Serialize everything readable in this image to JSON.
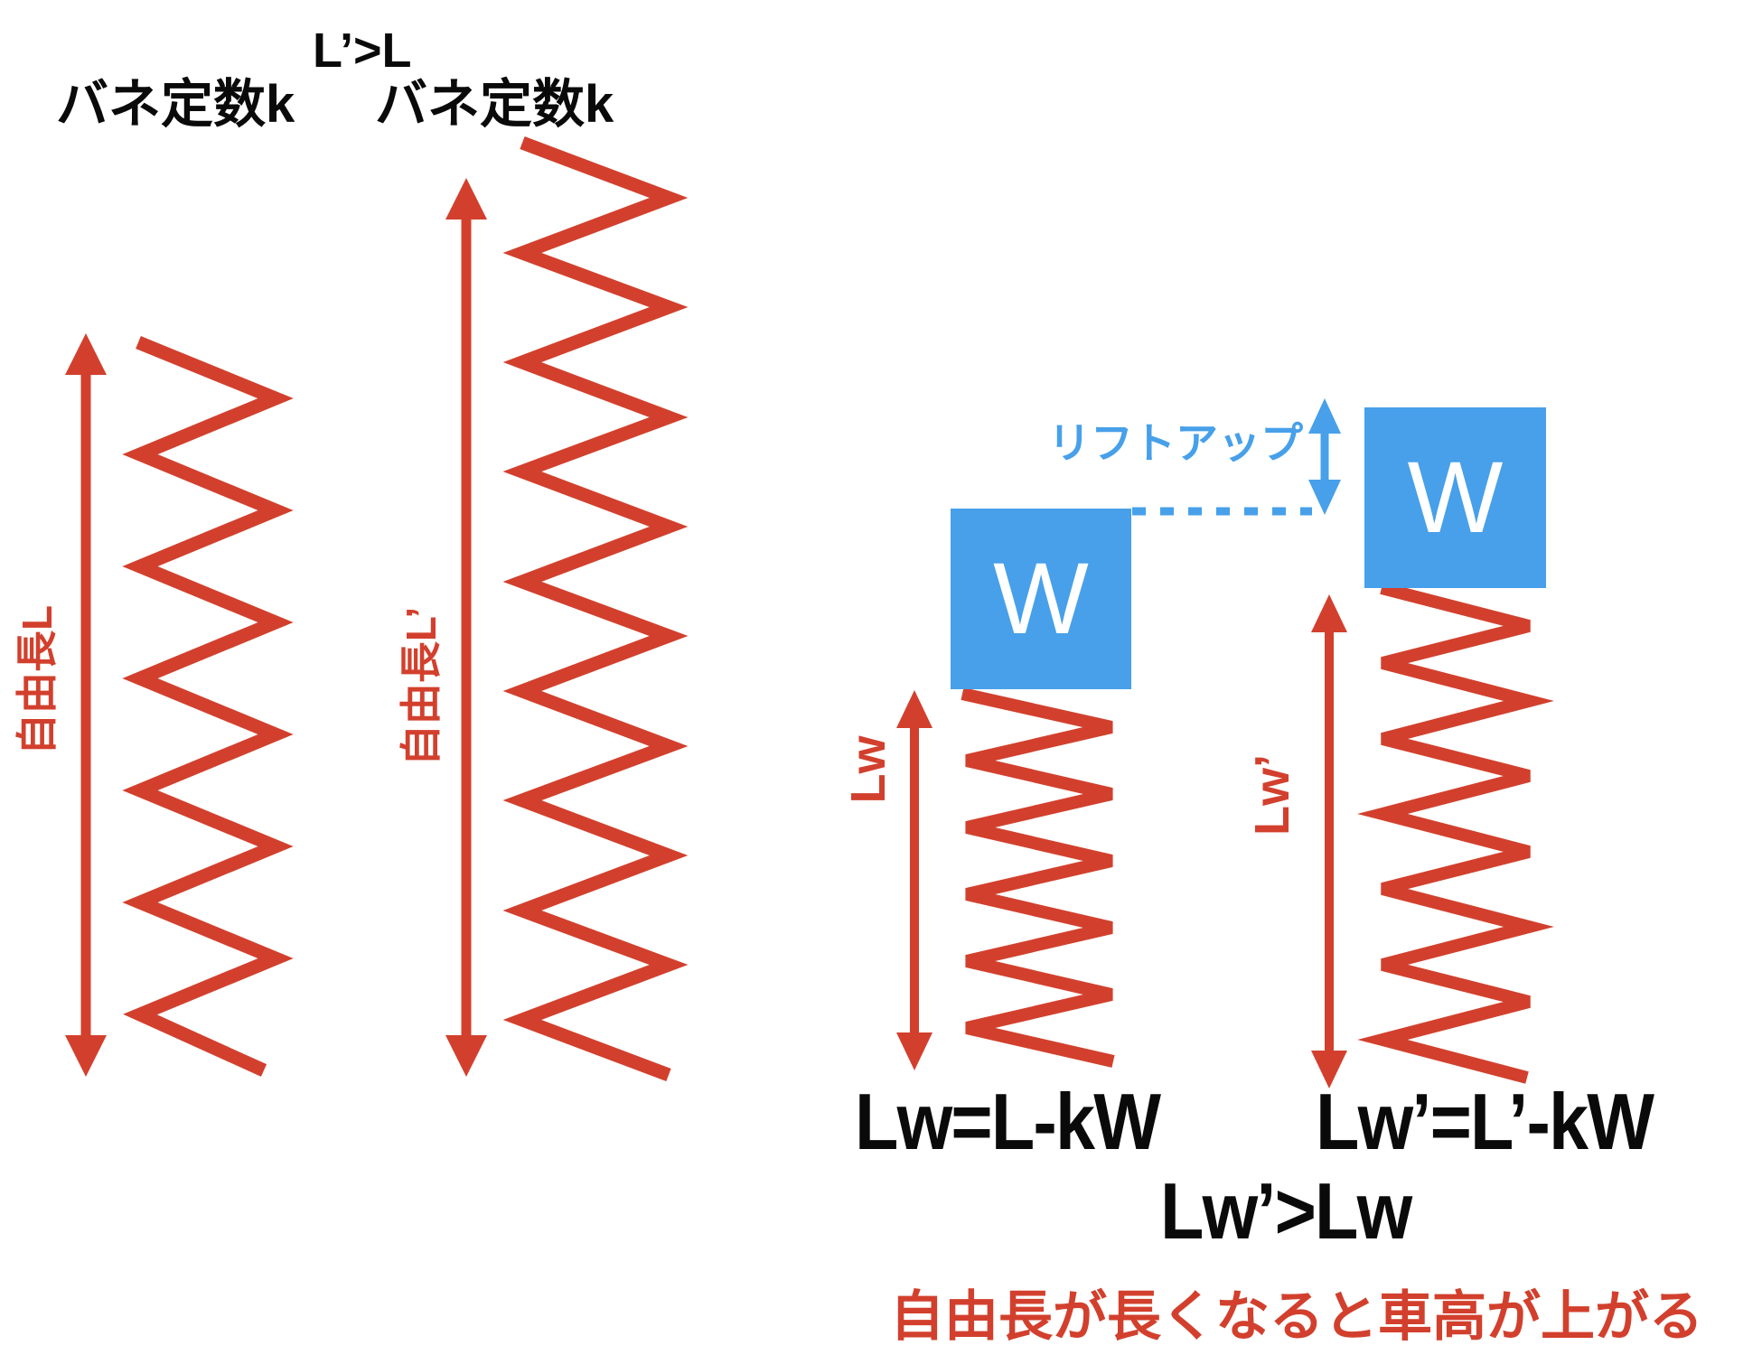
{
  "colors": {
    "red": "#d2402d",
    "blue": "#47a0e9",
    "ink": "#0a0a0a",
    "paper": "#ffffff"
  },
  "labels": {
    "inequality_top": "L’>L",
    "spring_constant_left": "バネ定数k",
    "spring_constant_right": "バネ定数k",
    "free_length_left": "自由長L",
    "free_length_right": "自由長L’",
    "lift_up": "リフトアップ",
    "weight_left": "W",
    "weight_right": "W",
    "loaded_length_left": "Lw",
    "loaded_length_right": "Lw’",
    "formula_left": "Lw=L-kW",
    "formula_right": "Lw’=L’-kW",
    "inequality_bottom": "Lw’>Lw",
    "conclusion": "自由長が長くなると車高が上がる"
  }
}
